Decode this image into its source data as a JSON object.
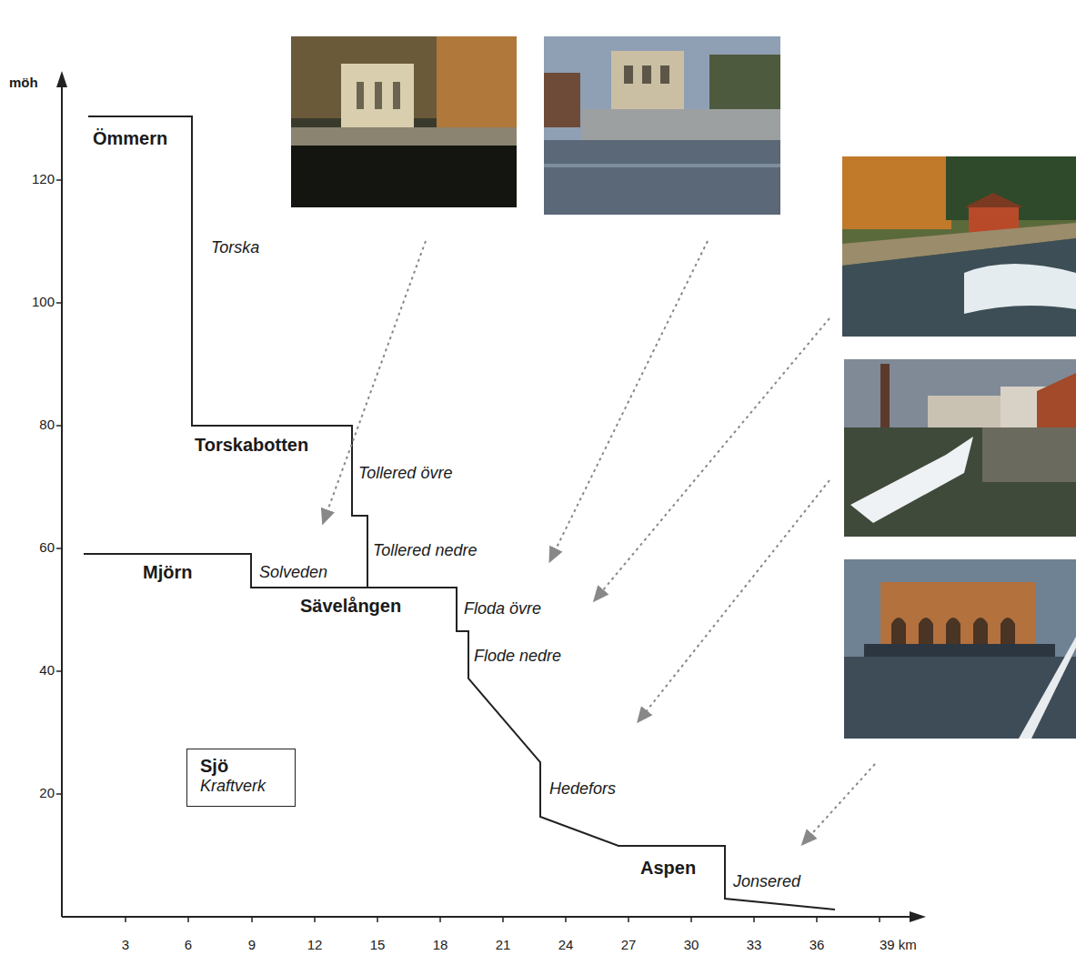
{
  "diagram": {
    "nodes": [
      {
        "text": [
          "Sjö",
          "Kraftverk"
        ]
      }
    ],
    "labels": [
      "möh",
      "120",
      "100",
      "80",
      "60",
      "40",
      "20",
      "3",
      "6",
      "9",
      "12",
      "15",
      "18",
      "21",
      "24",
      "27",
      "30",
      "33",
      "36",
      "39 km",
      "Ömmern",
      "Torska",
      "Torskabotten",
      "Tollered övre",
      "Mjörn",
      "Solveden",
      "Tollered nedre",
      "Sävelången",
      "Floda övre",
      "Flode nedre",
      "Hedefors",
      "Aspen",
      "Jonsered"
    ]
  }
}
